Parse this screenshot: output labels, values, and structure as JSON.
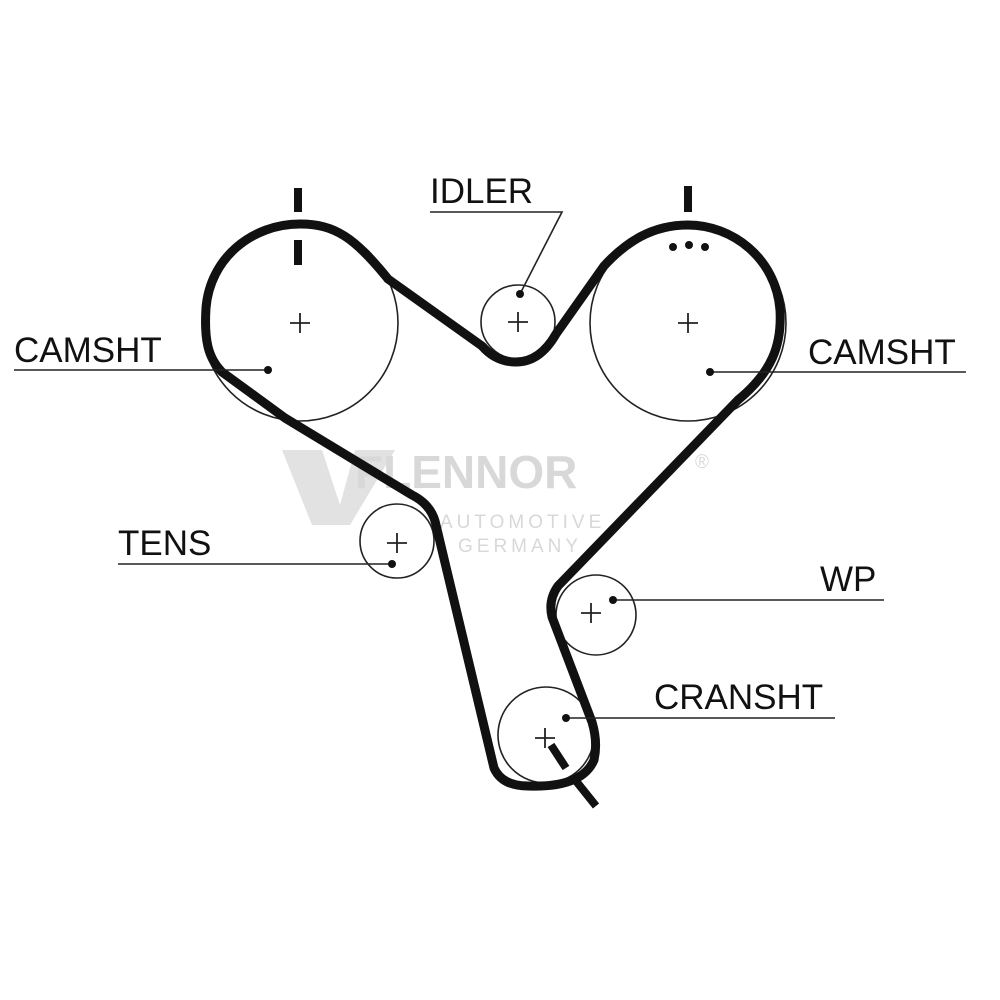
{
  "labels": {
    "camshaft_left": "CAMSHT",
    "camshaft_right": "CAMSHT",
    "idler": "IDLER",
    "tensioner": "TENS",
    "water_pump": "WP",
    "crankshaft": "CRANSHT"
  },
  "watermark": {
    "brand": "FLENNOR",
    "registered": "®",
    "line1": "AUTOMOTIVE",
    "line2": "GERMANY"
  }
}
